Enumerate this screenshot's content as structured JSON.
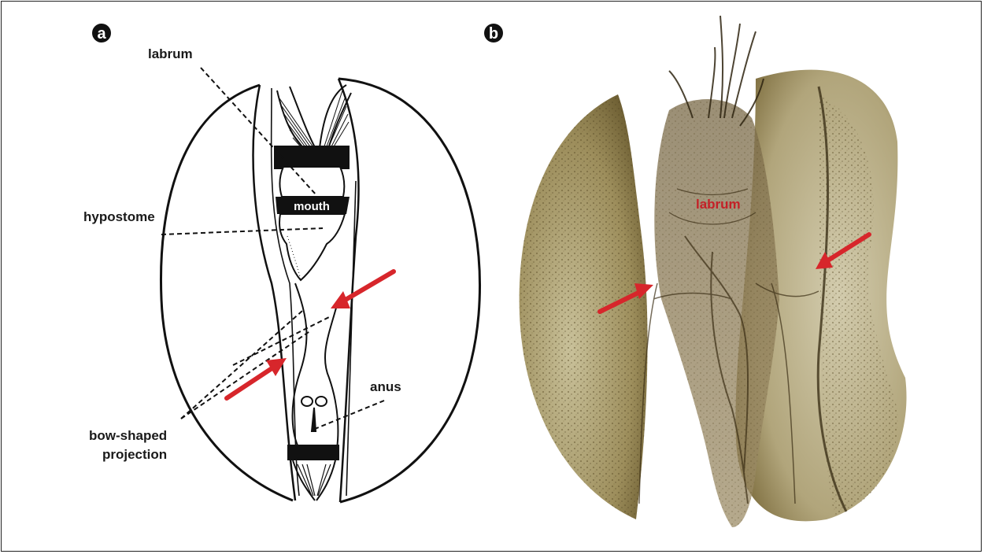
{
  "panels": {
    "a": {
      "badge": "a"
    },
    "b": {
      "badge": "b"
    }
  },
  "drawing_labels": {
    "labrum": "labrum",
    "mouth": "mouth",
    "hypostome": "hypostome",
    "bow_line1": "bow-shaped",
    "bow_line2": "projection",
    "anus": "anus"
  },
  "photo_labels": {
    "labrum": "labrum"
  },
  "colors": {
    "arrow": "#d7262b",
    "ink": "#111111",
    "photo_label": "#c42027"
  }
}
